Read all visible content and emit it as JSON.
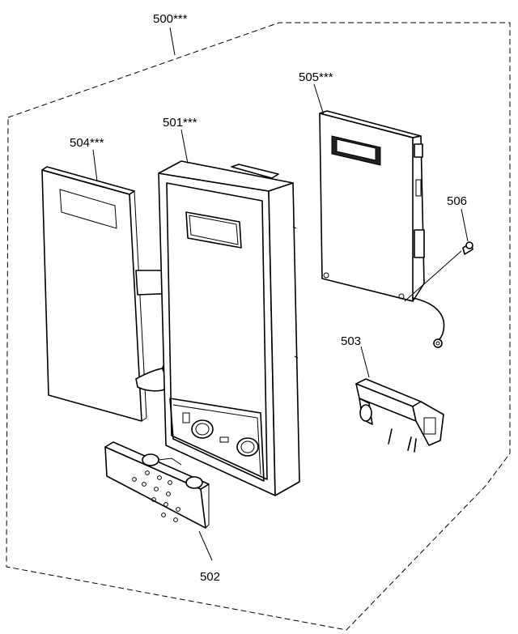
{
  "diagram": {
    "parts": [
      {
        "id": "assembly",
        "label": "500***"
      },
      {
        "id": "front-panel",
        "label": "501***"
      },
      {
        "id": "keypad-button",
        "label": "502"
      },
      {
        "id": "latch-board",
        "label": "503"
      },
      {
        "id": "membrane-switch",
        "label": "504***"
      },
      {
        "id": "control-board",
        "label": "505***"
      },
      {
        "id": "screw",
        "label": "506"
      }
    ]
  }
}
